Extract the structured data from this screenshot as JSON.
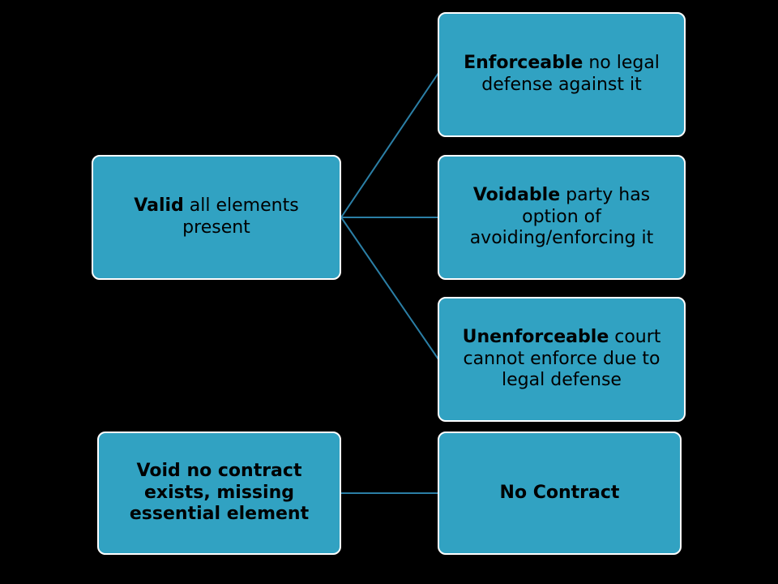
{
  "colors": {
    "background": "#000000",
    "box_fill": "#31a2c2",
    "box_border": "#ffffff",
    "connector": "#2b7fa6",
    "text": "#000000"
  },
  "nodes": {
    "valid": {
      "term": "Valid",
      "desc": "all elements present"
    },
    "enforceable": {
      "term": "Enforceable",
      "desc": "no legal defense against it"
    },
    "voidable": {
      "term": "Voidable",
      "desc": "party has option of avoiding/enforcing it"
    },
    "unenforceable": {
      "term": "Unenforceable",
      "desc": "court cannot enforce due to legal defense"
    },
    "void": {
      "term": "Void",
      "desc": "no contract exists, missing essential element"
    },
    "no_contract": {
      "label": "No Contract"
    }
  }
}
